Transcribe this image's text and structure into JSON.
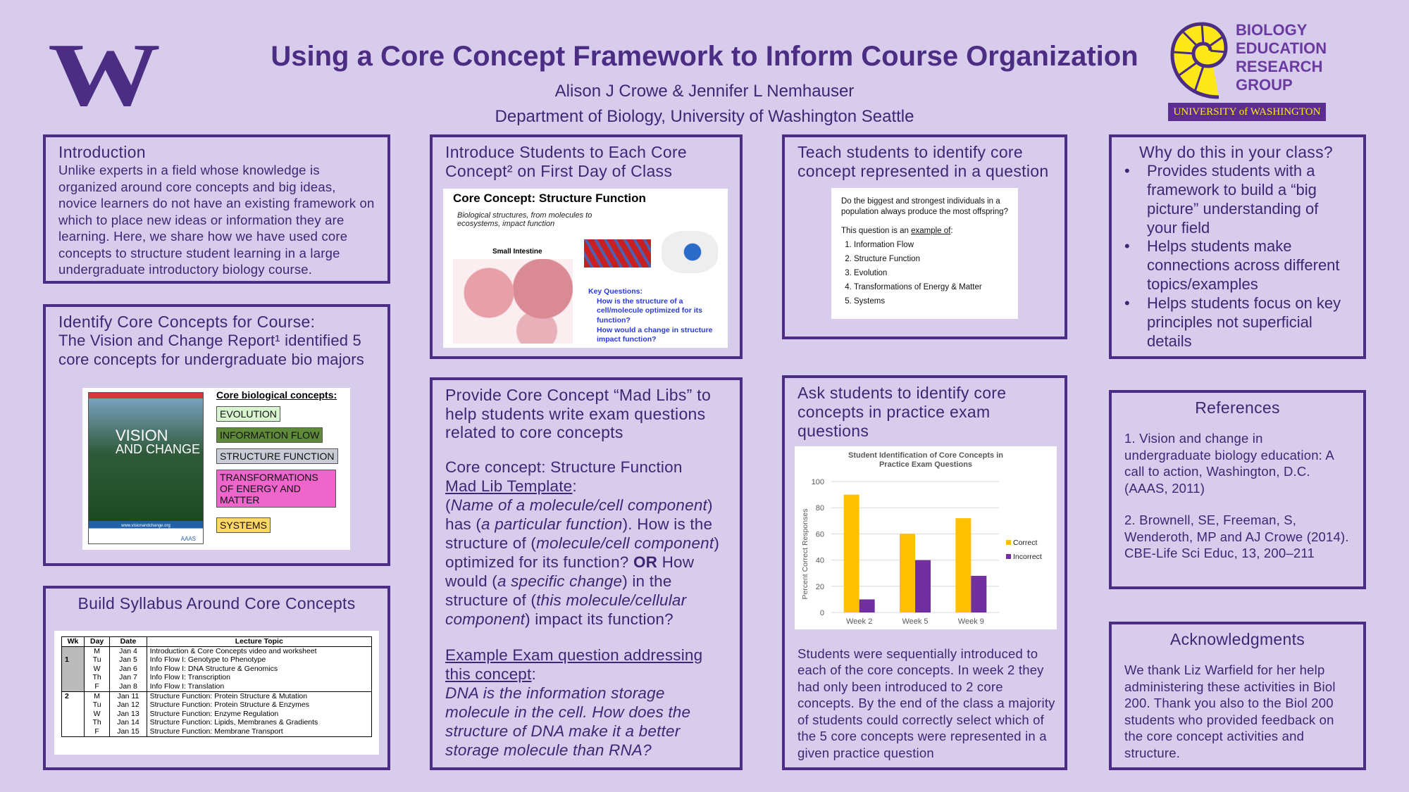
{
  "header": {
    "title": "Using a Core Concept Framework to Inform Course Organization",
    "authors": "Alison J Crowe & Jennifer L Nemhauser",
    "department": "Department of Biology,  University of Washington Seattle",
    "w_logo": "W",
    "logo_lines": [
      "BIOLOGY",
      "EDUCATION",
      "RESEARCH",
      "GROUP"
    ],
    "logo_banner": "UNIVERSITY of WASHINGTON"
  },
  "intro": {
    "title": "Introduction",
    "body": "Unlike experts in a field whose knowledge is organized around core concepts and big ideas, novice learners do not have an existing framework on which to place new ideas or information they are learning.  Here, we share how we have used core concepts to structure student learning in a large undergraduate introductory biology course."
  },
  "identify": {
    "title": "Identify Core Concepts for Course:",
    "body": "The Vision and Change Report¹ identified 5 core concepts for undergraduate bio majors",
    "cover": {
      "line1": "VISION",
      "line2": "AND CHANGE",
      "url": "www.visionandchange.org",
      "aaas": "AAAS"
    },
    "heading": "Core biological concepts:",
    "concepts": [
      "EVOLUTION",
      "INFORMATION FLOW",
      "STRUCTURE FUNCTION",
      "TRANSFORMATIONS OF ENERGY AND MATTER",
      "SYSTEMS"
    ],
    "colors": [
      "#d9f5d0",
      "#5f8a3a",
      "#c8ccd6",
      "#ee66cc",
      "#ffd766"
    ]
  },
  "syllabus": {
    "title": "Build Syllabus Around Core Concepts",
    "headers": [
      "Wk",
      "Day",
      "Date",
      "Lecture Topic"
    ],
    "weeks": [
      {
        "wk": "1",
        "rows": [
          [
            "M",
            "Jan 4",
            "Introduction & Core Concepts video and worksheet"
          ],
          [
            "Tu",
            "Jan 5",
            "Info Flow I: Genotype to Phenotype"
          ],
          [
            "W",
            "Jan 6",
            "Info Flow I: DNA Structure & Genomics"
          ],
          [
            "Th",
            "Jan 7",
            "Info Flow I: Transcription"
          ],
          [
            "F",
            "Jan 8",
            "Info Flow I: Translation"
          ]
        ]
      },
      {
        "wk": "2",
        "rows": [
          [
            "M",
            "Jan 11",
            "Structure Function: Protein Structure & Mutation"
          ],
          [
            "Tu",
            "Jan 12",
            "Structure Function: Protein Structure & Enzymes"
          ],
          [
            "W",
            "Jan 13",
            "Structure Function: Enzyme Regulation"
          ],
          [
            "Th",
            "Jan 14",
            "Structure Function:  Lipids, Membranes & Gradients"
          ],
          [
            "F",
            "Jan 15",
            "Structure Function: Membrane Transport"
          ]
        ]
      }
    ]
  },
  "introduce": {
    "title": "Introduce Students to Each Core Concept² on First Day of Class",
    "slide_title": "Core Concept: Structure Function",
    "slide_sub": "Biological structures, from molecules to ecosystems, impact function",
    "diagram_label": "Small Intestine",
    "key_q": "Key Questions:",
    "questions": [
      "How is the structure of a cell/molecule optimized for its function?",
      "How would a change in structure impact function?"
    ]
  },
  "madlibs": {
    "title": "Provide Core Concept “Mad Libs” to help students write exam questions related to core concepts",
    "concept": "Core concept:  Structure Function",
    "template_label": "Mad Lib Template",
    "t1": "(",
    "t2": "Name of a molecule/cell component",
    "t3": ") has (",
    "t4": "a particular function",
    "t5": "). How is the structure of (",
    "t6": "molecule/cell component",
    "t7": ") optimized for its function? ",
    "or": "OR",
    "t8": " How would (",
    "t9": "a specific change",
    "t10": ") in the structure of (",
    "t11": "this molecule/cellular component",
    "t12": ") impact its function?",
    "example_label": "Example  Exam question addressing this concept",
    "example": "DNA is the information storage molecule in the cell.  How does the structure of DNA make it a better storage molecule than RNA?"
  },
  "teach": {
    "title": "Teach students to identify core concept represented in a question",
    "question": "Do the biggest and strongest individuals in a population always produce the most offspring?",
    "prompt_pre": "This question is an ",
    "prompt_u": "example of",
    "prompt_post": ":",
    "options": [
      "Information Flow",
      "Structure Function",
      "Evolution",
      "Transformations of Energy & Matter",
      "Systems"
    ]
  },
  "ask": {
    "title": "Ask students to identify core concepts in practice exam questions",
    "body": "Students were sequentially introduced to each of the core concepts.  In week 2 they had only been introduced to 2 core concepts.  By the end of the class a majority of students could correctly select  which of the 5 core concepts were represented in a given practice question"
  },
  "chart_data": {
    "type": "bar",
    "title": "Student Identification of Core Concepts in Practice Exam Questions",
    "xlabel": "",
    "ylabel": "Percent Correct Responses",
    "ylim": [
      0,
      100
    ],
    "yticks": [
      "0",
      "20",
      "40",
      "60",
      "80",
      "100"
    ],
    "categories": [
      "Week 2",
      "Week 5",
      "Week 9"
    ],
    "series": [
      {
        "name": "Correct",
        "color": "#ffc000",
        "values": [
          90,
          60,
          72
        ]
      },
      {
        "name": "Incorrect",
        "color": "#7030a0",
        "values": [
          10,
          40,
          28
        ]
      }
    ],
    "grid": true,
    "legend": "right"
  },
  "why": {
    "title": "Why do this in your class?",
    "items": [
      "Provides students with a framework to build a “big picture” understanding of your field",
      "Helps students make connections across different topics/examples",
      "Helps students focus on key principles not superficial details"
    ]
  },
  "references": {
    "title": "References",
    "items": [
      "1.  Vision and change in undergraduate biology education: A call to action, Washington, D.C. (AAAS, 2011)",
      "2.  Brownell, SE, Freeman, S, Wenderoth, MP and AJ Crowe (2014).  CBE-Life Sci Educ, 13, 200–211"
    ]
  },
  "ack": {
    "title": "Acknowledgments",
    "body": "We thank Liz Warfield for her help administering these activities in Biol 200.  Thank you also to the Biol 200 students who provided feedback on the core concept activities and structure."
  }
}
